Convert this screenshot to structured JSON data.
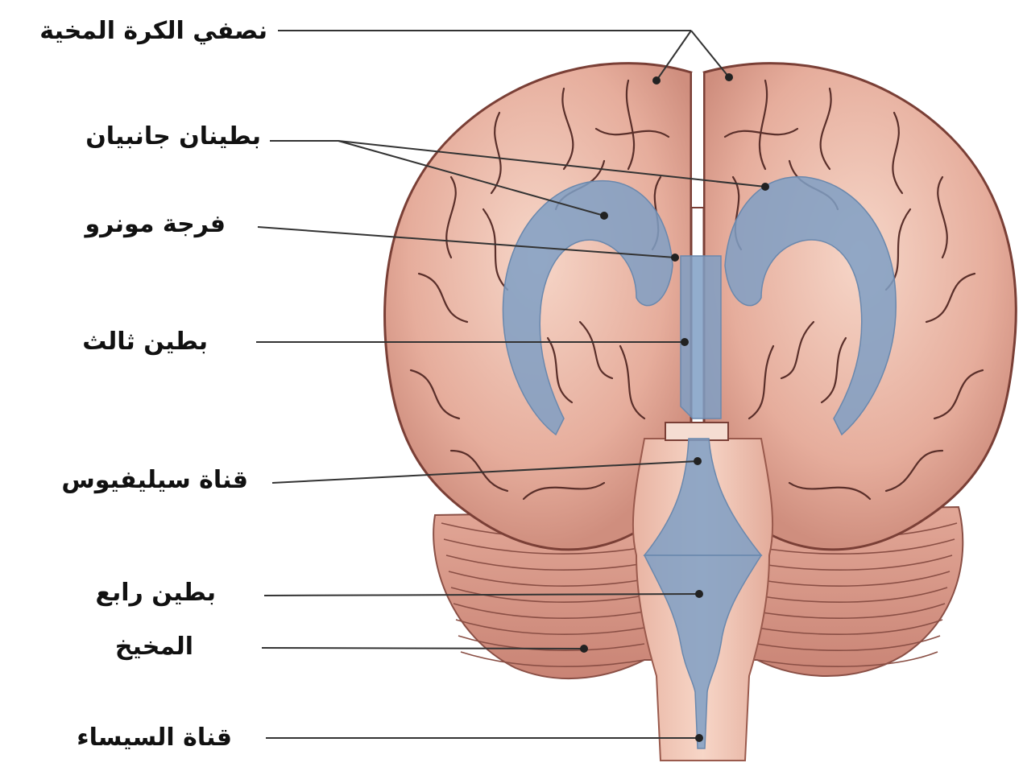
{
  "labels": [
    {
      "id": "hemispheres",
      "text": "نصفي الكرة المخية"
    },
    {
      "id": "lateral-ventricles",
      "text": "بطينان جانبيان"
    },
    {
      "id": "foramen-monro",
      "text": "فرجة مونرو"
    },
    {
      "id": "third-ventricle",
      "text": "بطين ثالث"
    },
    {
      "id": "aqueduct-sylvius",
      "text": "قناة سيليفيوس"
    },
    {
      "id": "fourth-ventricle",
      "text": "بطين رابع"
    },
    {
      "id": "cerebellum",
      "text": "المخيخ"
    },
    {
      "id": "spinal-canal",
      "text": "قناة السيساء"
    }
  ],
  "colors": {
    "brain": "#e8b2a2",
    "brain_highlight": "#f3cdbf",
    "sulcus": "#5a2f2a",
    "cerebellum": "#d89a8c",
    "brainstem": "#f0c3b2",
    "ventricle": "#7f9fc4",
    "leader": "#333333"
  }
}
